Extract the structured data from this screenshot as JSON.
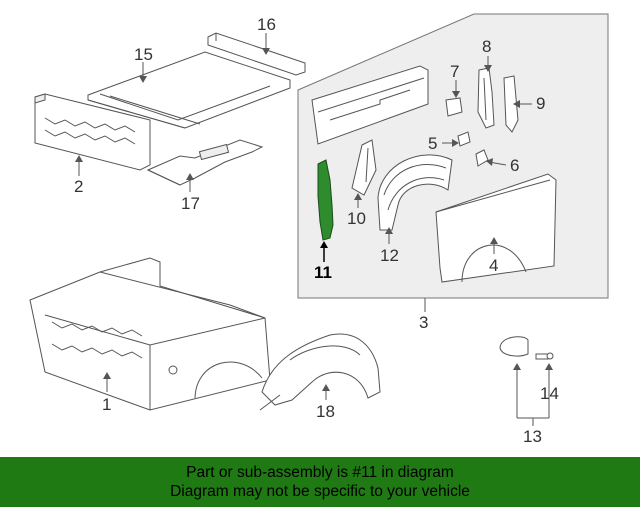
{
  "callouts": {
    "c1": "1",
    "c2": "2",
    "c3": "3",
    "c4": "4",
    "c5": "5",
    "c6": "6",
    "c7": "7",
    "c8": "8",
    "c9": "9",
    "c10": "10",
    "c11": "11",
    "c12": "12",
    "c13": "13",
    "c14": "14",
    "c15": "15",
    "c16": "16",
    "c17": "17",
    "c18": "18"
  },
  "highlight_part": "11",
  "colors": {
    "banner": "#1f7a14",
    "highlight": "#2e8b2e",
    "panel": "#eeeeee",
    "line": "#555555"
  },
  "banner": {
    "line1": "Part or sub-assembly is #11 in diagram",
    "line2": "Diagram may not be specific to your vehicle"
  }
}
